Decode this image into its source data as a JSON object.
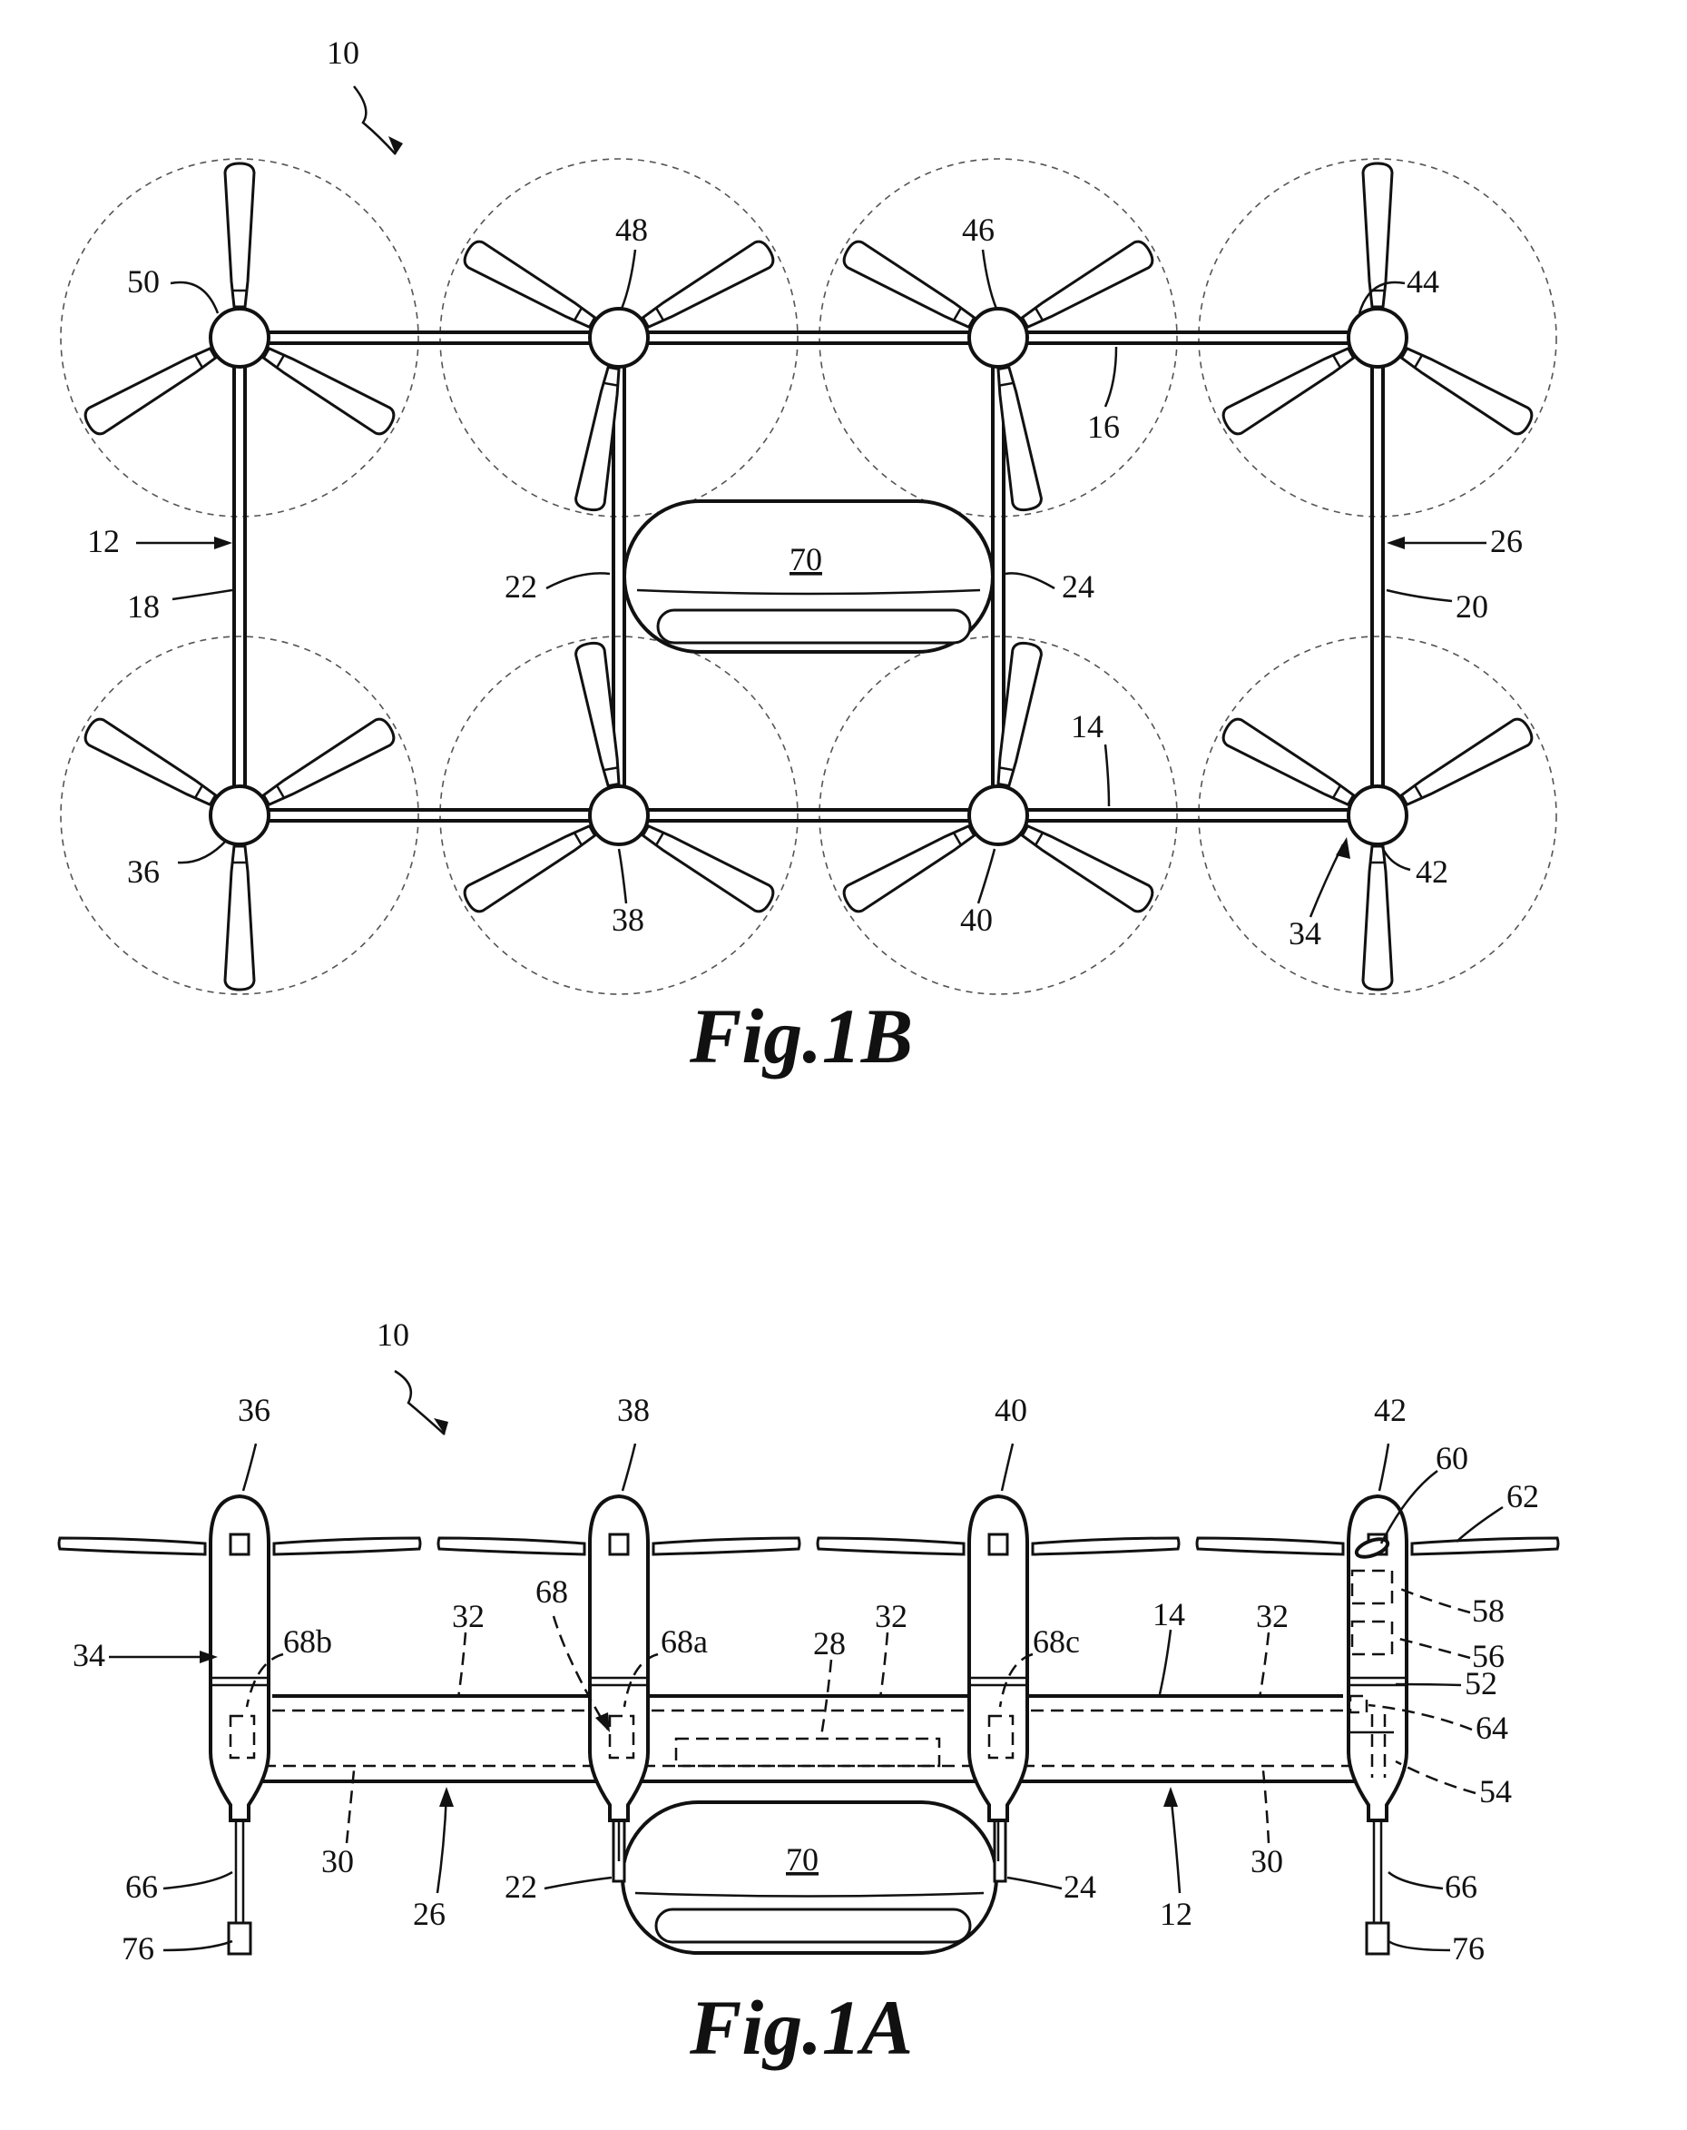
{
  "figures": {
    "top": {
      "title": "Fig.1B",
      "labels": {
        "r10": "10",
        "r50": "50",
        "r48": "48",
        "r46": "46",
        "r44": "44",
        "r16": "16",
        "r12": "12",
        "r18": "18",
        "r22": "22",
        "r70": "70",
        "r24": "24",
        "r26": "26",
        "r20": "20",
        "r14": "14",
        "r36": "36",
        "r38": "38",
        "r40": "40",
        "r42": "42",
        "r34": "34"
      }
    },
    "bottom": {
      "title": "Fig.1A",
      "labels": {
        "r10": "10",
        "r36": "36",
        "r38": "38",
        "r40": "40",
        "r42": "42",
        "r60": "60",
        "r62": "62",
        "r68": "68",
        "r34": "34",
        "r68b": "68b",
        "r32a": "32",
        "r68a": "68a",
        "r32b": "32",
        "r28": "28",
        "r68c": "68c",
        "r14": "14",
        "r32c": "32",
        "r58": "58",
        "r56": "56",
        "r52": "52",
        "r64": "64",
        "r54": "54",
        "r70": "70",
        "r66a": "66",
        "r30a": "30",
        "r26": "26",
        "r22": "22",
        "r24": "24",
        "r12": "12",
        "r30b": "30",
        "r66b": "66",
        "r76a": "76",
        "r76b": "76"
      }
    }
  }
}
